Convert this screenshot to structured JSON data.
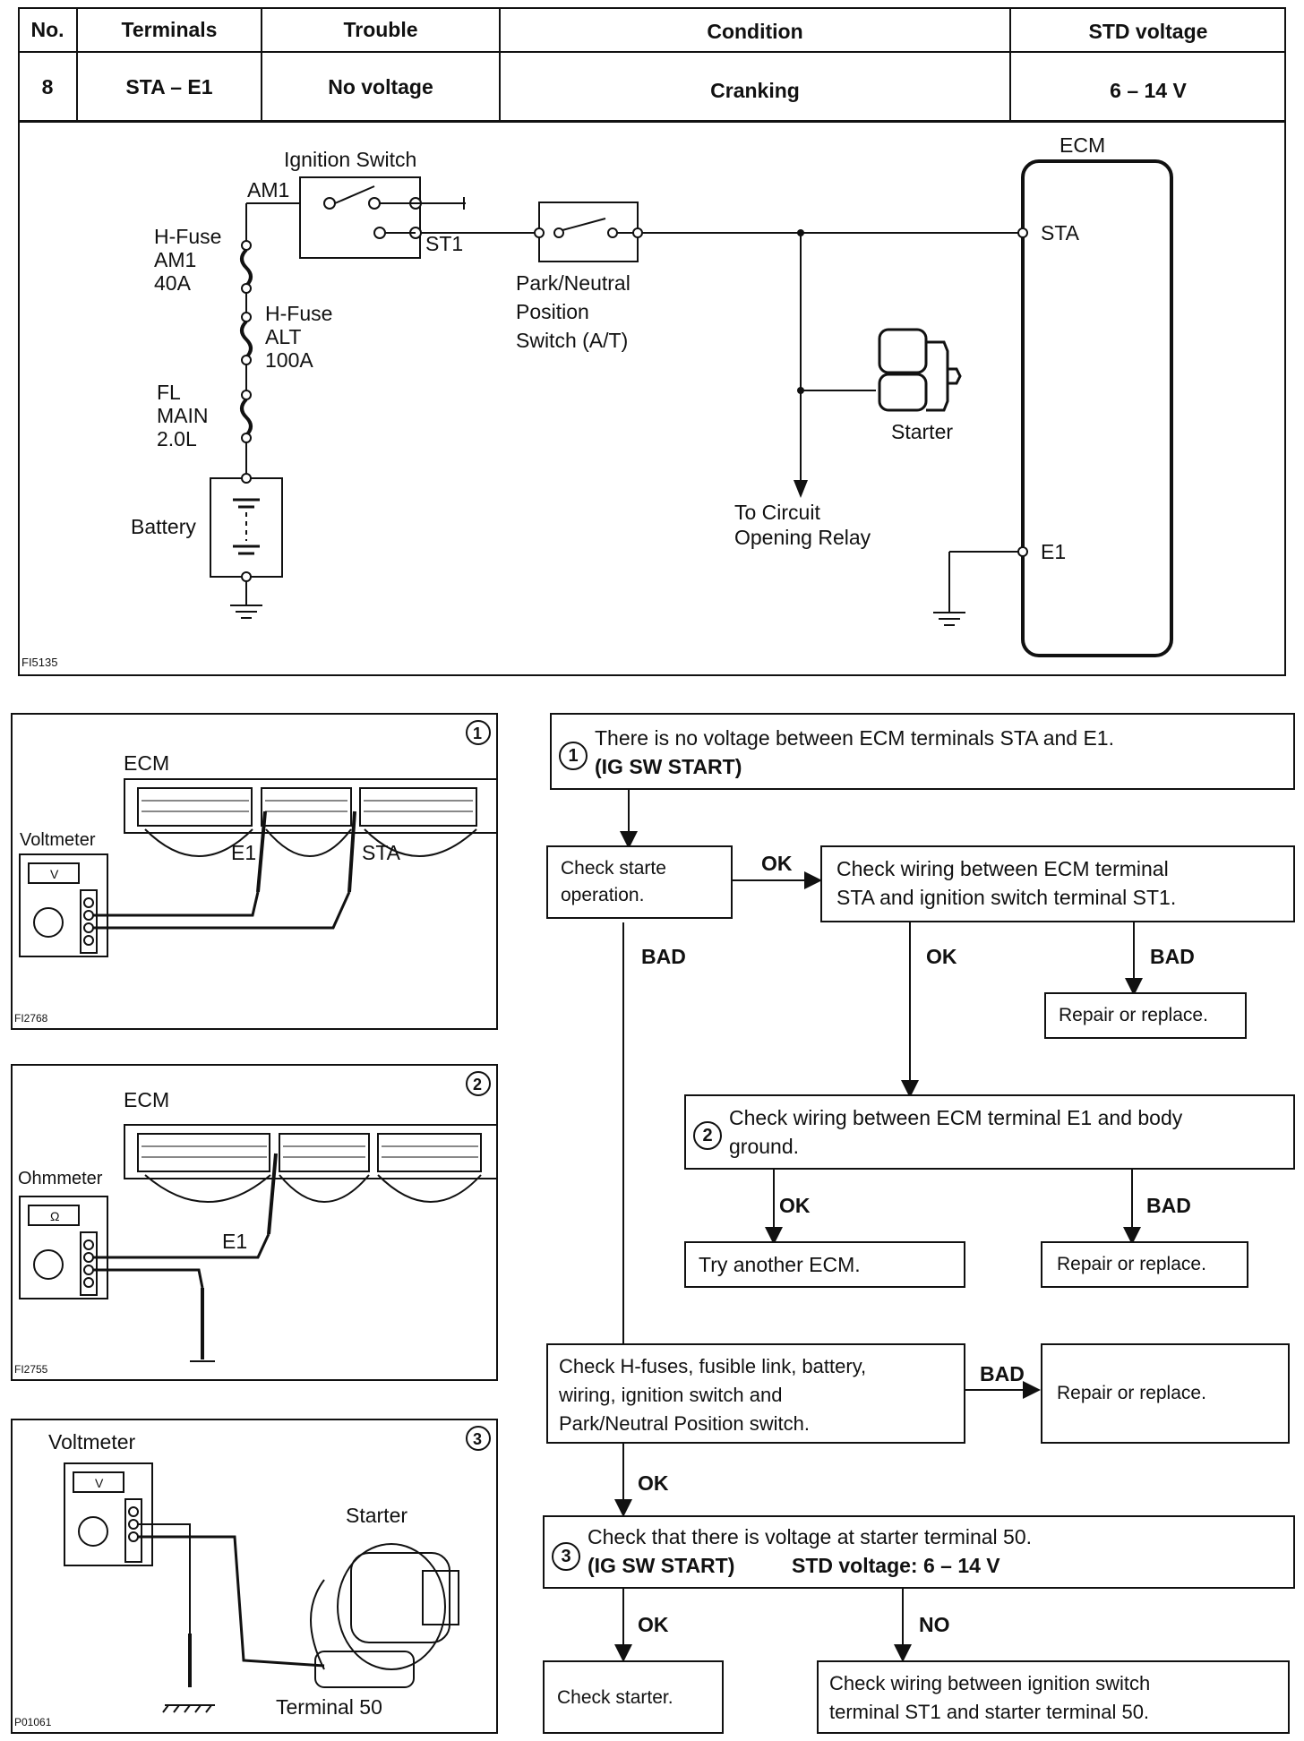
{
  "table": {
    "headers": [
      "No.",
      "Terminals",
      "Trouble",
      "Condition",
      "STD voltage"
    ],
    "row": [
      "8",
      "STA – E1",
      "No voltage",
      "Cranking",
      "6 – 14 V"
    ]
  },
  "circuit": {
    "ignition_switch": "Ignition Switch",
    "am1": "AM1",
    "st1": "ST1",
    "hfuse_am1": [
      "H-Fuse",
      "AM1",
      "40A"
    ],
    "hfuse_alt": [
      "H-Fuse",
      "ALT",
      "100A"
    ],
    "fl_main": [
      "FL",
      "MAIN",
      "2.0L"
    ],
    "battery": "Battery",
    "pnp_switch": [
      "Park/Neutral",
      "Position",
      "Switch (A/T)"
    ],
    "starter": "Starter",
    "to_relay": [
      "To Circuit",
      "Opening Relay"
    ],
    "ecm": "ECM",
    "sta": "STA",
    "e1": "E1",
    "fig_id": "FI5135"
  },
  "panels": [
    {
      "num": "1",
      "ecm": "ECM",
      "meter": "Voltmeter",
      "meter_symbol": "V",
      "t1": "E1",
      "t2": "STA",
      "fig_id": "FI2768"
    },
    {
      "num": "2",
      "ecm": "ECM",
      "meter": "Ohmmeter",
      "meter_symbol": "Ω",
      "t1": "E1",
      "fig_id": "FI2755"
    },
    {
      "num": "3",
      "meter": "Voltmeter",
      "meter_symbol": "V",
      "starter": "Starter",
      "terminal": "Terminal 50",
      "fig_id": "P01061"
    }
  ],
  "flow": {
    "step1_num": "1",
    "step1_line1": "There is no voltage between ECM terminals STA and E1.",
    "step1_line2": "(IG SW START)",
    "check_starter_op": [
      "Check starte",
      "operation."
    ],
    "check_wiring_sta": [
      "Check wiring between ECM terminal",
      "STA and ignition switch terminal ST1."
    ],
    "repair1": "Repair or replace.",
    "step2_num": "2",
    "step2_lines": [
      "Check wiring between ECM terminal E1 and body",
      "ground."
    ],
    "try_ecm": "Try another ECM.",
    "repair2": "Repair or replace.",
    "check_hfuses": [
      "Check H-fuses, fusible link, battery,",
      "wiring, ignition switch and",
      "Park/Neutral Position switch."
    ],
    "repair3": "Repair or replace.",
    "step3_num": "3",
    "step3_line1": "Check that there is voltage at starter terminal 50.",
    "step3_line2a": "(IG SW START)",
    "step3_line2b": "STD voltage:  6 – 14 V",
    "check_starter": "Check starter.",
    "check_wiring_st1": [
      "Check wiring between ignition switch",
      "terminal ST1 and starter terminal 50."
    ],
    "ok": "OK",
    "bad": "BAD",
    "no": "NO"
  }
}
